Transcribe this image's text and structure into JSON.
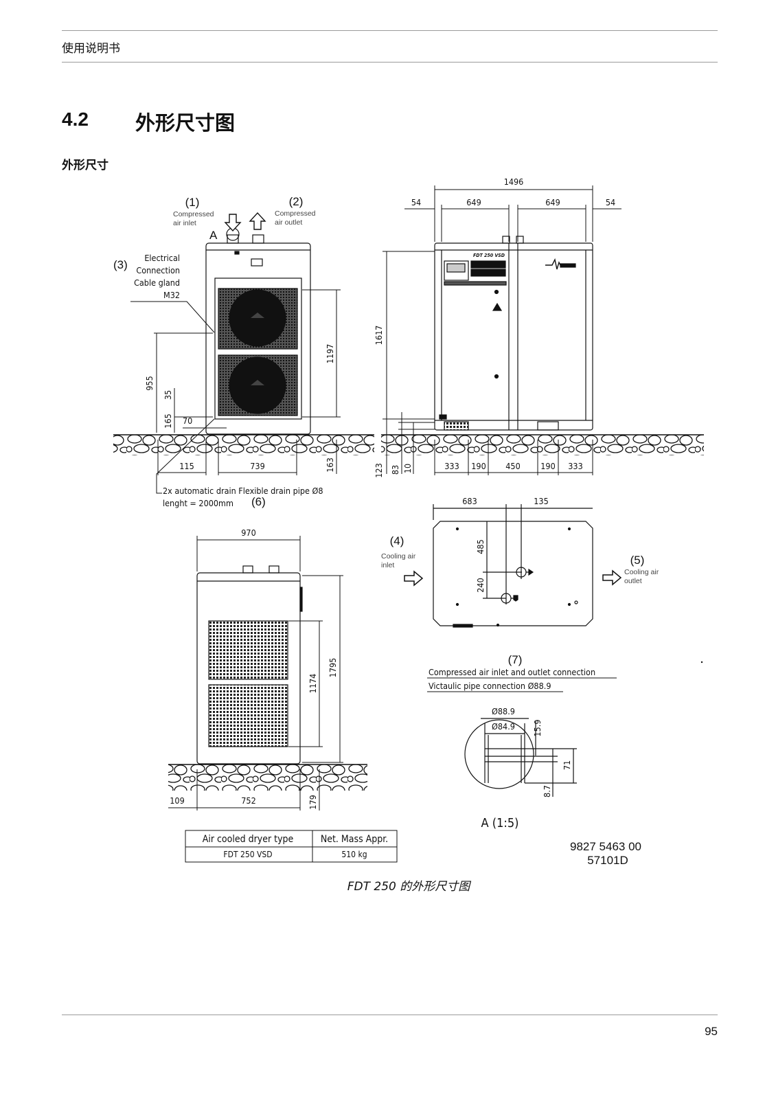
{
  "header": {
    "manual_title": "使用说明书"
  },
  "section": {
    "number": "4.2",
    "title": "外形尺寸图",
    "subtitle": "外形尺寸"
  },
  "drawing": {
    "labels": {
      "l1_num": "(1)",
      "l1_line1": "Compressed",
      "l1_line2": "air inlet",
      "l2_num": "(2)",
      "l2_line1": "Compressed",
      "l2_line2": "air outlet",
      "l3_num": "(3)",
      "l3_line1": "Electrical",
      "l3_line2": "Connection",
      "l3_line3": "Cable gland",
      "l3_line4": "M32",
      "l4_num": "(4)",
      "l4_line1": "Cooling air",
      "l4_line2": "inlet",
      "l5_num": "(5)",
      "l5_line1": "Cooling air",
      "l5_line2": "outlet",
      "l6_line1": "2x automatic drain Flexible drain pipe Ø8",
      "l6_line2": "lenght = 2000mm",
      "l6_num": "(6)",
      "l7_num": "(7)",
      "l7_line1": "Compressed air inlet and outlet connection",
      "l7_line2": "Victaulic pipe connection Ø88.9",
      "detail_marker": "A",
      "detail_title": "A (1:5)",
      "panel_brand": "FDT 250 VSD"
    },
    "dims": {
      "d1496": "1496",
      "d54a": "54",
      "d649a": "649",
      "d649b": "649",
      "d54b": "54",
      "d1617": "1617",
      "d1197": "1197",
      "d955": "955",
      "d35": "35",
      "d165": "165",
      "d70": "70",
      "d115": "115",
      "d739": "739",
      "d163": "163",
      "d123": "123",
      "d83": "83",
      "d10": "10",
      "d333a": "333",
      "d190a": "190",
      "d450": "450",
      "d190b": "190",
      "d333b": "333",
      "d683": "683",
      "d135": "135",
      "d485": "485",
      "d240": "240",
      "d970": "970",
      "d1795": "1795",
      "d1174": "1174",
      "d109": "109",
      "d752": "752",
      "d179": "179",
      "d889": "Ø88.9",
      "d849": "Ø84.9",
      "d159": "15.9",
      "d71": "71",
      "d87": "8.7"
    },
    "doc_number": "9827 5463 00",
    "doc_code": "57101D"
  },
  "mass_table": {
    "headers": [
      "Air cooled dryer type",
      "Net. Mass Appr."
    ],
    "rows": [
      [
        "FDT 250 VSD",
        "510 kg"
      ]
    ]
  },
  "caption": "FDT 250 的外形尺寸图",
  "page_number": "95"
}
